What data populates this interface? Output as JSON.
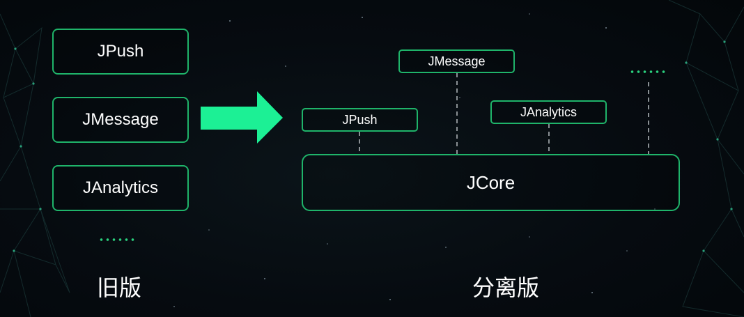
{
  "old_version": {
    "modules": [
      "JPush",
      "JMessage",
      "JAnalytics"
    ],
    "more": "......",
    "caption": "旧版"
  },
  "new_version": {
    "modules": [
      "JPush",
      "JMessage",
      "JAnalytics"
    ],
    "more": "......",
    "core": "JCore",
    "caption": "分离版"
  },
  "colors": {
    "background": "#050a0e",
    "border_green": "#1fb46a",
    "arrow_green": "#1cf095",
    "connector_gray": "#8a9094",
    "text": "#ffffff"
  },
  "icons": {
    "transition": "right-arrow-icon"
  }
}
